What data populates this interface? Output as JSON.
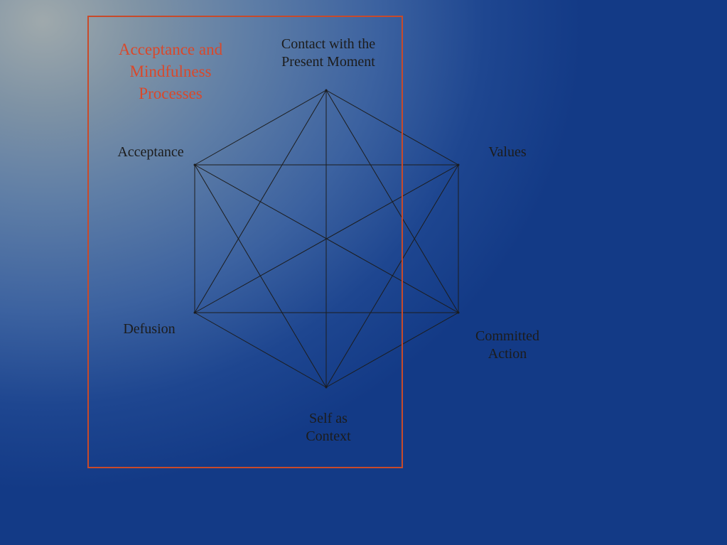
{
  "box": {
    "title_lines": [
      "Acceptance and",
      "Mindfulness",
      "Processes"
    ],
    "color": "#d9482a"
  },
  "nodes": {
    "present_moment": [
      "Contact with the",
      "Present Moment"
    ],
    "acceptance": [
      "Acceptance"
    ],
    "values": [
      "Values"
    ],
    "defusion": [
      "Defusion"
    ],
    "committed_action": [
      "Committed",
      "Action"
    ],
    "self_as_context": [
      "Self as",
      "Context"
    ]
  },
  "colors": {
    "background_light": "#9fa9ac",
    "background_dark": "#133a86",
    "lines": "#1c1c1c"
  }
}
